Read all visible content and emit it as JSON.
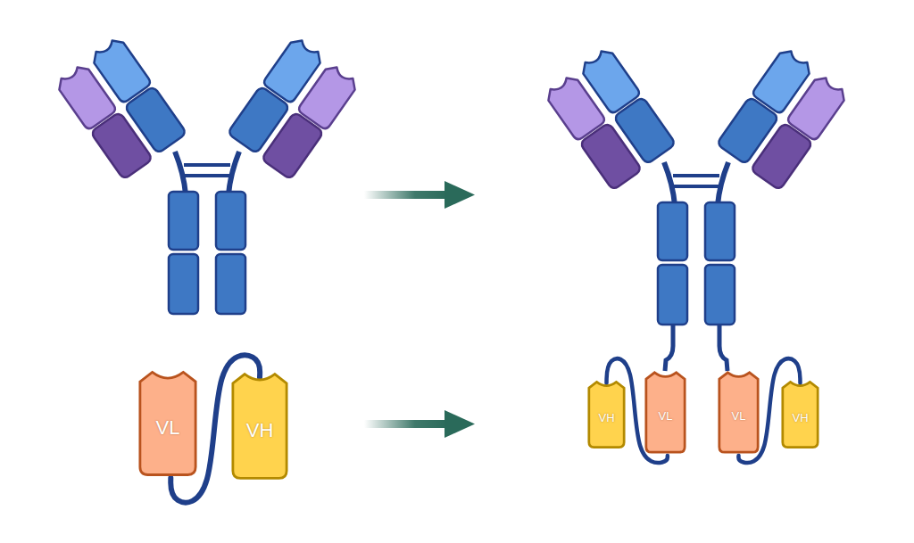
{
  "diagram": {
    "nodes": [
      {
        "text": [
          "VL"
        ]
      },
      {
        "text": [
          "VH"
        ]
      },
      {
        "text": [
          "VH"
        ]
      },
      {
        "text": [
          "VL"
        ]
      },
      {
        "text": [
          "VL"
        ]
      },
      {
        "text": [
          "VH"
        ]
      }
    ],
    "edges": [
      {
        "from": 0,
        "to": 1,
        "arrow": "none"
      },
      {
        "from": 2,
        "to": 3,
        "arrow": "none"
      },
      {
        "from": 4,
        "to": 5,
        "arrow": "none"
      }
    ]
  }
}
